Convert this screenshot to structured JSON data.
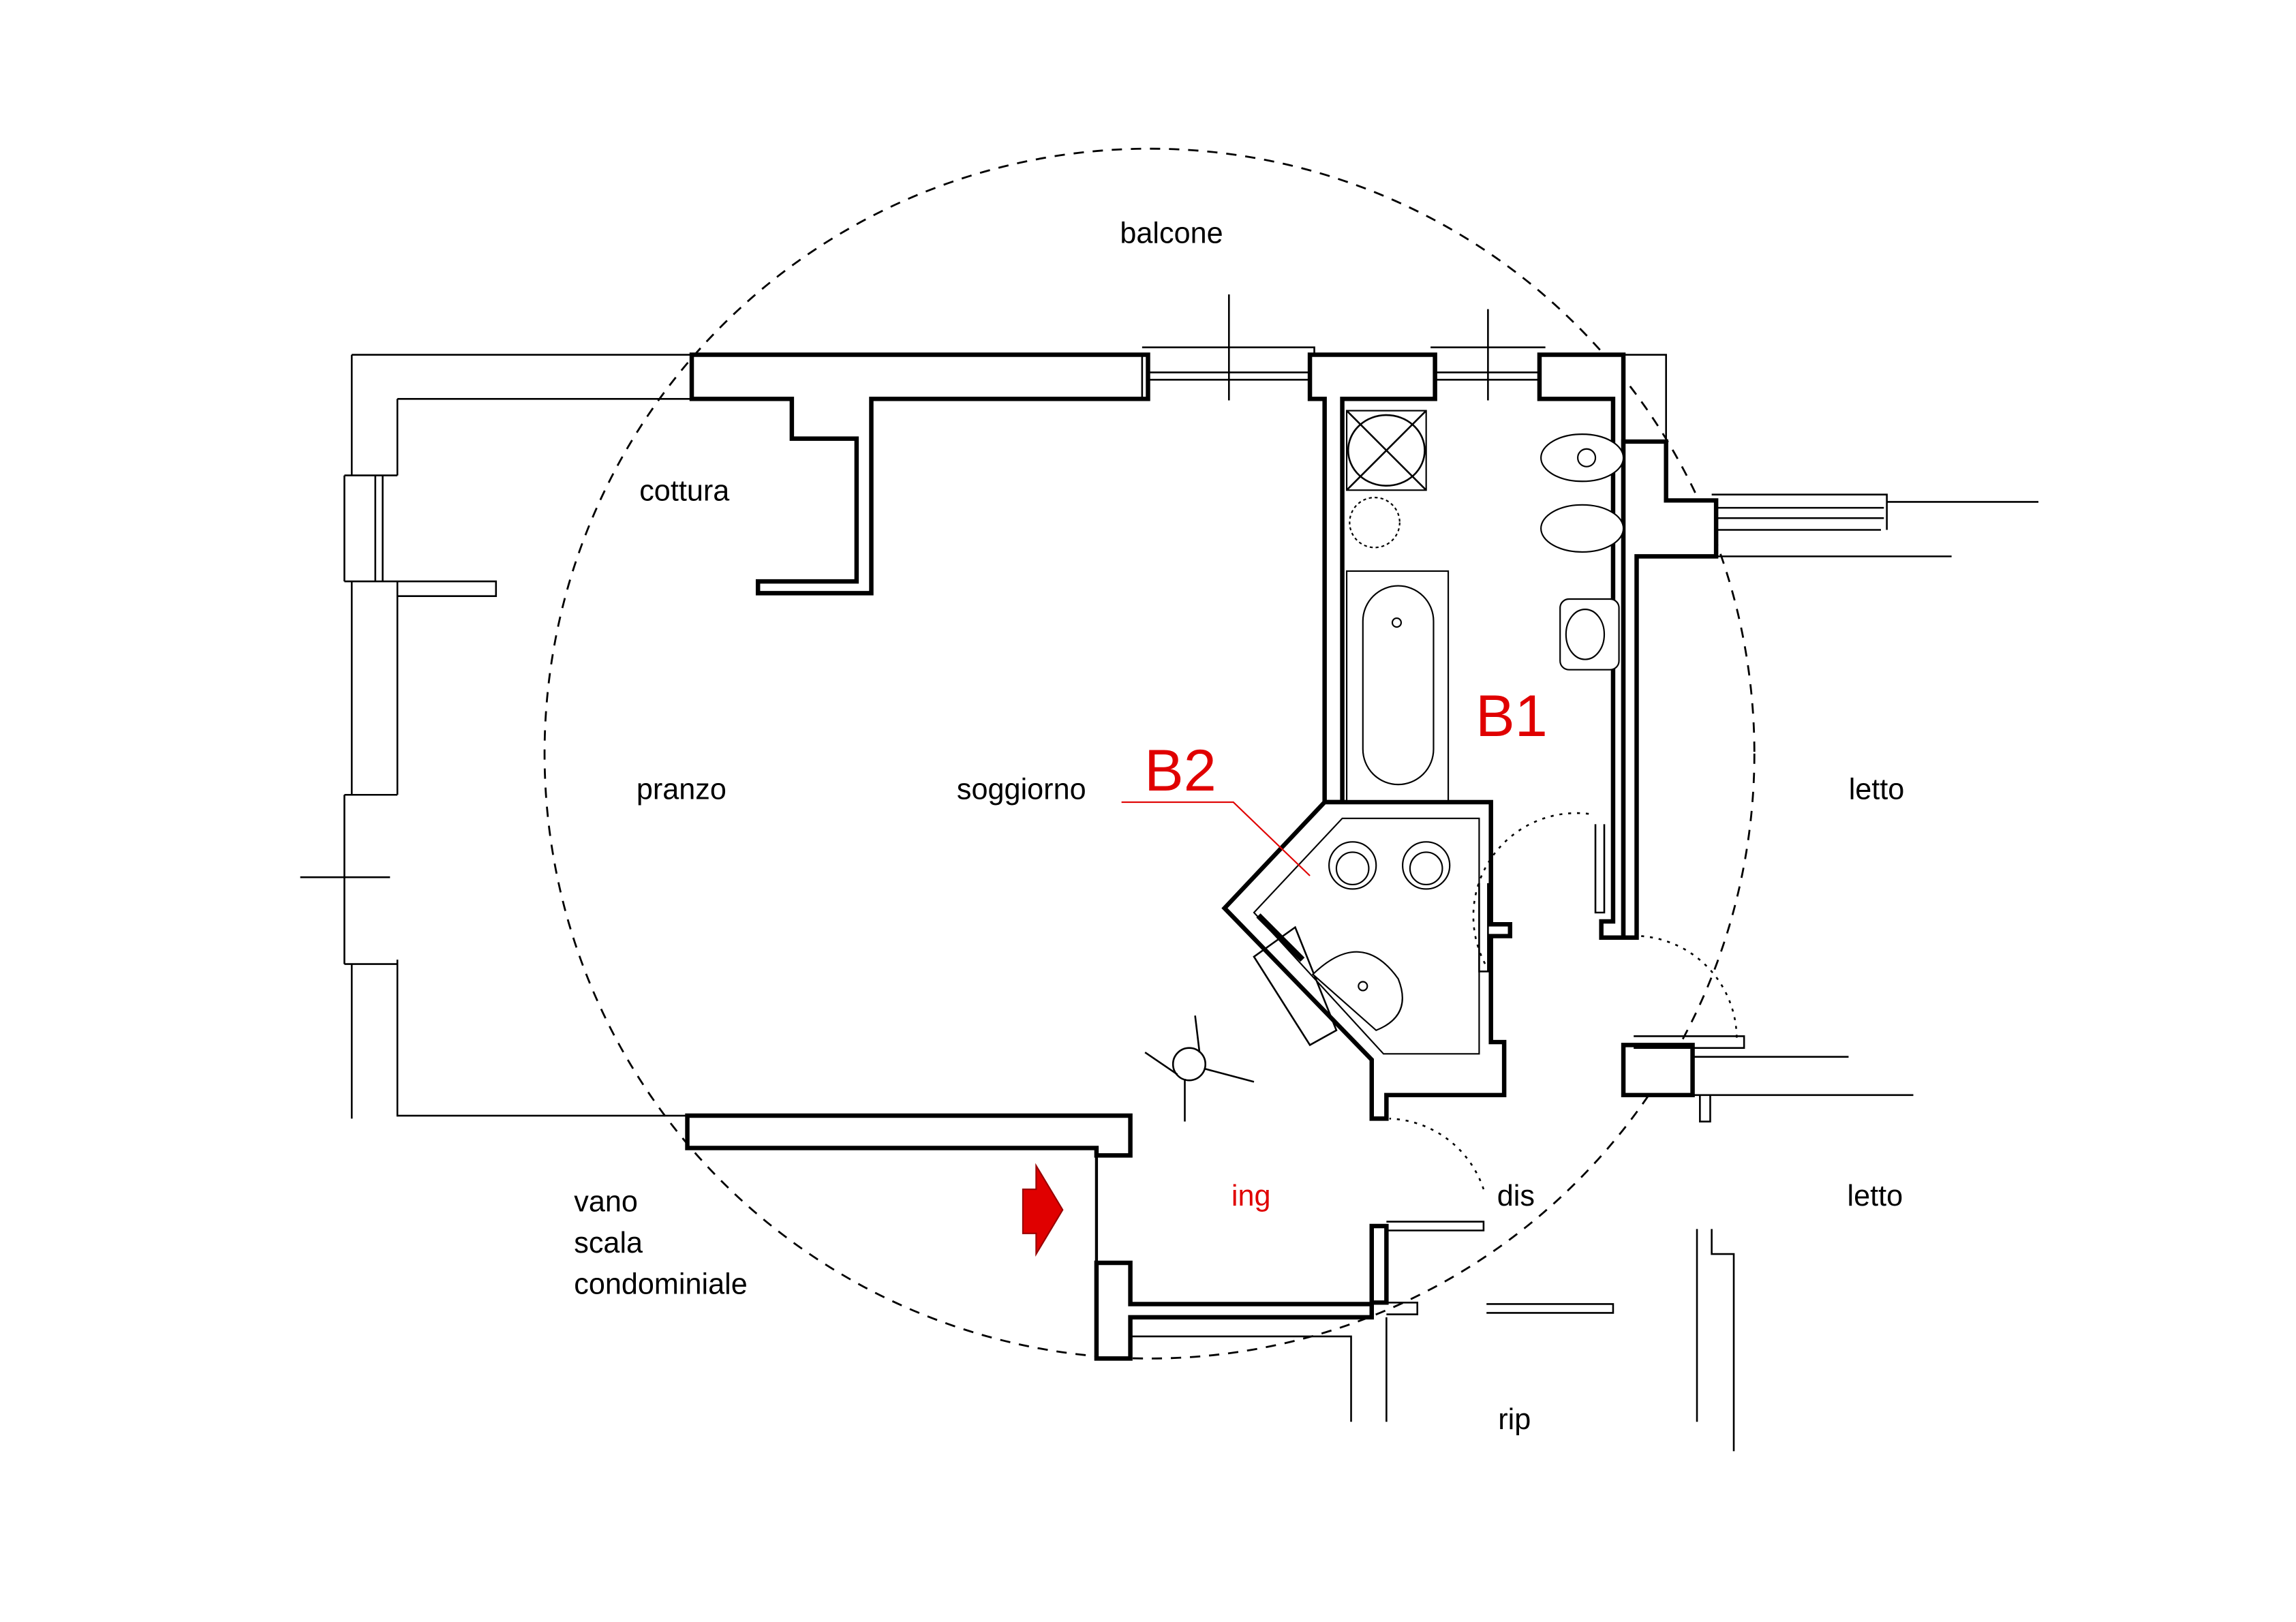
{
  "plan": {
    "rooms": {
      "balcone": "balcone",
      "cottura": "cottura",
      "pranzo": "pranzo",
      "soggiorno": "soggiorno",
      "letto_top": "letto",
      "letto_bottom": "letto",
      "ing": "ing",
      "dis": "dis",
      "rip": "rip",
      "stair_line1": "vano",
      "stair_line2": "scala",
      "stair_line3": "condominiale"
    },
    "markers": {
      "b1": "B1",
      "b2": "B2"
    },
    "colors": {
      "highlight": "#e00000",
      "line": "#000000"
    }
  }
}
